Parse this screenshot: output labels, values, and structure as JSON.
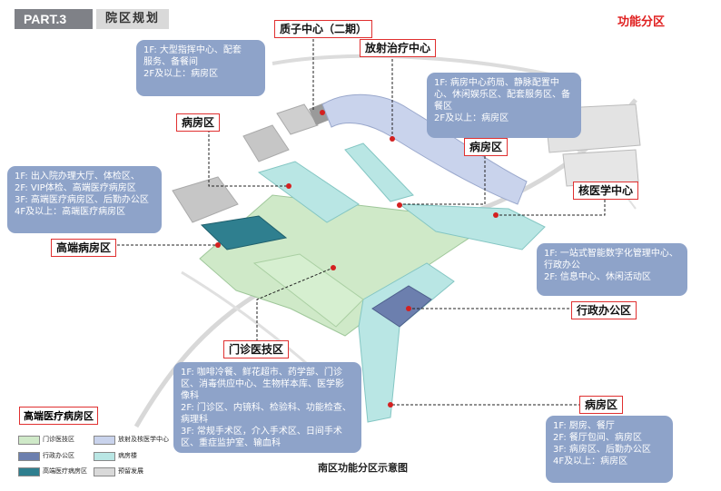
{
  "header": {
    "part": "PART.3",
    "title": "院区规划",
    "right_title": "功能分区"
  },
  "labels": {
    "zhizi": "质子中心（二期）",
    "fangshe": "放射治疗中心",
    "bingfang_top": "病房区",
    "bingfang_right": "病房区",
    "heyixue": "核医学中心",
    "gaoduan": "高端病房区",
    "xingzheng": "行政办公区",
    "menzhen": "门诊医技区",
    "bingfang_bottom": "病房区"
  },
  "boxes": {
    "top_left": [
      "1F:  大型指挥中心、配套",
      "服务、备餐间",
      "2F及以上：病房区"
    ],
    "top_right": [
      "1F:  病房中心药局、静脉配置中",
      "心、休闲娱乐区、配套服务区、备",
      "餐区",
      "2F及以上：病房区"
    ],
    "left": [
      "1F:   出入院办理大厅、体检区、",
      "2F:  VIP体检、高端医疗病房区",
      "3F:  高端医疗病房区、后勤办公区",
      "4F及以上：高端医疗病房区"
    ],
    "right": [
      "1F:  一站式智能数字化管理中心、",
      "行政办公",
      "2F:  信息中心、休闲活动区"
    ],
    "center": [
      "1F:  咖啡冷餐、鲜花超市、药学部、门诊",
      "区、消毒供应中心、生物样本库、医学影",
      "像科",
      "2F:  门诊区、内镜科、检验科、功能检查、",
      "病理科",
      "3F:  常规手术区，介入手术区、日间手术",
      "区、重症监护室、输血科"
    ],
    "bottom_right": [
      "1F:   厨房、餐厅",
      "2F:   餐厅包间、病房区",
      "3F:   病房区、后勤办公区",
      "4F及以上：病房区"
    ]
  },
  "legend": {
    "title": "高端医疗病房区",
    "items": [
      {
        "label": "门诊医技区",
        "color": "#cfe9c8"
      },
      {
        "label": "放射及核医学中心",
        "color": "#c9d3ec"
      },
      {
        "label": "行政办公区",
        "color": "#6c7fae"
      },
      {
        "label": "病房楼",
        "color": "#b9e6e4"
      },
      {
        "label": "高端医疗病房区",
        "color": "#2f7f8f"
      },
      {
        "label": "预留发展",
        "color": "#d9d9d9"
      }
    ]
  },
  "caption": "南区功能分区示意图",
  "colors": {
    "box": "#8ea3c9",
    "label_border": "#e03030",
    "dot": "#d42020"
  }
}
